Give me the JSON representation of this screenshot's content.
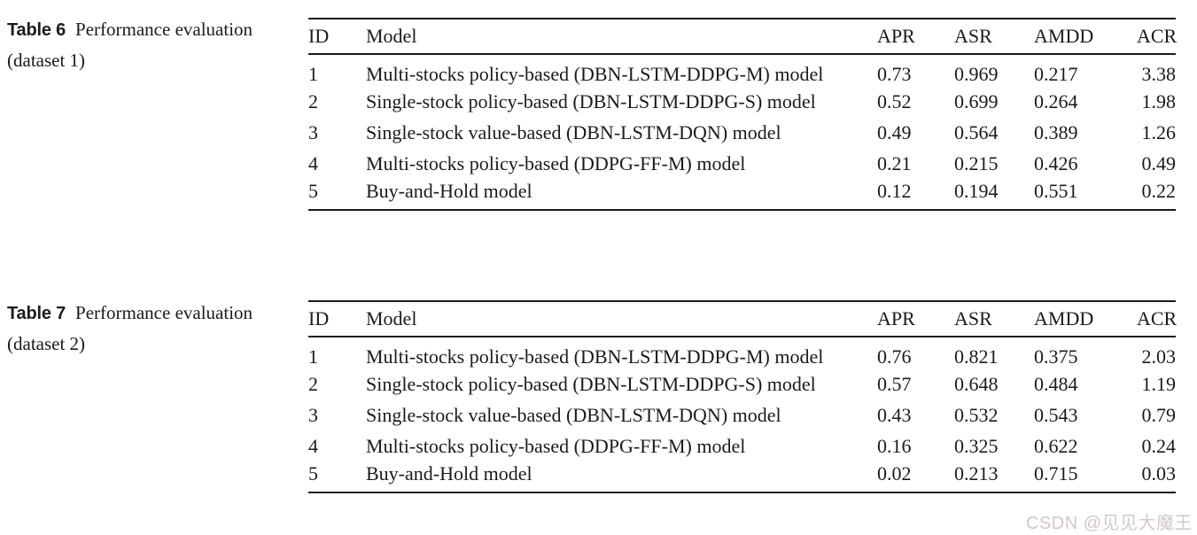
{
  "page": {
    "background": "#ffffff",
    "text_color": "#1b1b1b",
    "rule_color": "#1a1a1a"
  },
  "tables": [
    {
      "caption_label": "Table 6",
      "caption_text": "Performance evaluation (dataset 1)",
      "columns": [
        "ID",
        "Model",
        "APR",
        "ASR",
        "AMDD",
        "ACR"
      ],
      "rows": [
        [
          "1",
          "Multi-stocks policy-based (DBN-LSTM-DDPG-M) model",
          "0.73",
          "0.969",
          "0.217",
          "3.38"
        ],
        [
          "2",
          "Single-stock policy-based (DBN-LSTM-DDPG-S) model",
          "0.52",
          "0.699",
          "0.264",
          "1.98"
        ],
        [
          "3",
          "Single-stock value-based (DBN-LSTM-DQN) model",
          "0.49",
          "0.564",
          "0.389",
          "1.26"
        ],
        [
          "4",
          "Multi-stocks policy-based (DDPG-FF-M) model",
          "0.21",
          "0.215",
          "0.426",
          "0.49"
        ],
        [
          "5",
          "Buy-and-Hold model",
          "0.12",
          "0.194",
          "0.551",
          "0.22"
        ]
      ]
    },
    {
      "caption_label": "Table 7",
      "caption_text": "Performance evaluation (dataset 2)",
      "columns": [
        "ID",
        "Model",
        "APR",
        "ASR",
        "AMDD",
        "ACR"
      ],
      "rows": [
        [
          "1",
          "Multi-stocks policy-based (DBN-LSTM-DDPG-M) model",
          "0.76",
          "0.821",
          "0.375",
          "2.03"
        ],
        [
          "2",
          "Single-stock policy-based (DBN-LSTM-DDPG-S) model",
          "0.57",
          "0.648",
          "0.484",
          "1.19"
        ],
        [
          "3",
          "Single-stock value-based (DBN-LSTM-DQN) model",
          "0.43",
          "0.532",
          "0.543",
          "0.79"
        ],
        [
          "4",
          "Multi-stocks policy-based (DDPG-FF-M) model",
          "0.16",
          "0.325",
          "0.622",
          "0.24"
        ],
        [
          "5",
          "Buy-and-Hold model",
          "0.02",
          "0.213",
          "0.715",
          "0.03"
        ]
      ]
    }
  ],
  "watermark": {
    "text": "CSDN @见见大魔王",
    "color": "#d4c7c7"
  }
}
